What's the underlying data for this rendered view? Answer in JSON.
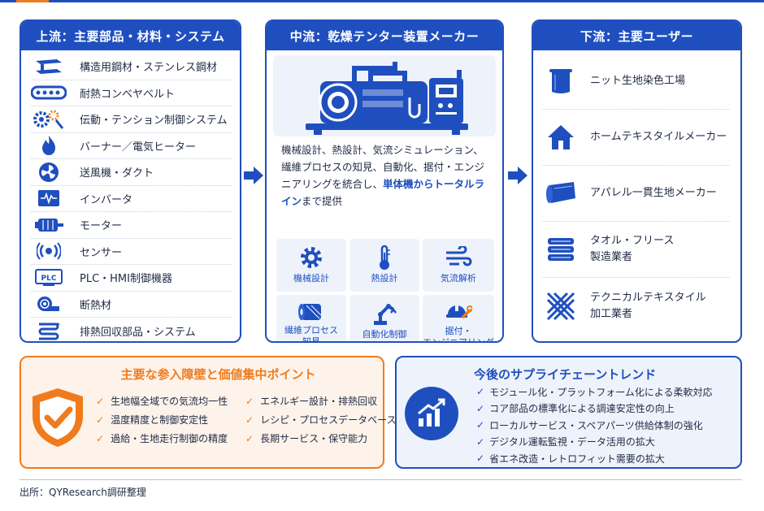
{
  "colors": {
    "primary": "#1f4fbf",
    "accent": "#f07b1d",
    "panel": "#eef3fb"
  },
  "upstream": {
    "title": "上流：主要部品・材料・システム",
    "items": [
      {
        "icon": "steel-beam-icon",
        "label": "構造用鋼材・ステンレス鋼材"
      },
      {
        "icon": "conveyor-belt-icon",
        "label": "耐熱コンベヤベルト"
      },
      {
        "icon": "gears-wrench-icon",
        "label": "伝動・テンション制御システム"
      },
      {
        "icon": "flame-icon",
        "label": "バーナー／電気ヒーター"
      },
      {
        "icon": "fan-icon",
        "label": "送風機・ダクト"
      },
      {
        "icon": "inverter-icon",
        "label": "インバータ"
      },
      {
        "icon": "motor-icon",
        "label": "モーター"
      },
      {
        "icon": "sensor-icon",
        "label": "センサー"
      },
      {
        "icon": "plc-icon",
        "label": "PLC・HMI制御機器"
      },
      {
        "icon": "insulation-roll-icon",
        "label": "断熱材"
      },
      {
        "icon": "heat-recovery-icon",
        "label": "排熱回収部品・システム"
      }
    ],
    "plc_badge": "PLC"
  },
  "midstream": {
    "title": "中流：乾燥テンター装置メーカー",
    "text_1": "機械設計、熱設計、気流シミュレーション、繊維プロセスの知見、自動化、据付・エンジニアリングを統合し、",
    "text_highlight": "単体機からトータルライン",
    "text_2": "まで提供",
    "capabilities": [
      {
        "icon": "gear-icon",
        "label": "機械設計"
      },
      {
        "icon": "thermometer-icon",
        "label": "熱設計"
      },
      {
        "icon": "airflow-icon",
        "label": "気流解析"
      },
      {
        "icon": "fabric-roll-icon",
        "label": "繊維プロセス知見"
      },
      {
        "icon": "robot-arm-icon",
        "label": "自動化制御"
      },
      {
        "icon": "helmet-wrench-icon",
        "label": "据付・エンジニアリング"
      }
    ]
  },
  "downstream": {
    "title": "下流：主要ユーザー",
    "items": [
      {
        "icon": "fabric-hanger-icon",
        "label": "ニット生地染色工場"
      },
      {
        "icon": "house-icon",
        "label": "ホームテキスタイルメーカー"
      },
      {
        "icon": "cloth-sheet-icon",
        "label": "アパレル一貫生地メーカー"
      },
      {
        "icon": "towel-stack-icon",
        "label": "タオル・フリース製造業者"
      },
      {
        "icon": "technical-mesh-icon",
        "label": "テクニカルテキスタイル加工業者"
      }
    ]
  },
  "barriers": {
    "title": "主要な参入障壁と価値集中ポイント",
    "left": [
      "生地幅全域での気流均一性",
      "温度精度と制御安定性",
      "過給・生地走行制御の精度"
    ],
    "right": [
      "エネルギー設計・排熱回収",
      "レシピ・プロセスデータベース",
      "長期サービス・保守能力"
    ]
  },
  "trends": {
    "title": "今後のサプライチェーントレンド",
    "items": [
      "モジュール化・プラットフォーム化による柔軟対応",
      "コア部品の標準化による調達安定性の向上",
      "ローカルサービス・スペアパーツ供給体制の強化",
      "デジタル運転監視・データ活用の拡大",
      "省エネ改造・レトロフィット需要の拡大"
    ]
  },
  "source": "出所：QYResearch調研整理"
}
